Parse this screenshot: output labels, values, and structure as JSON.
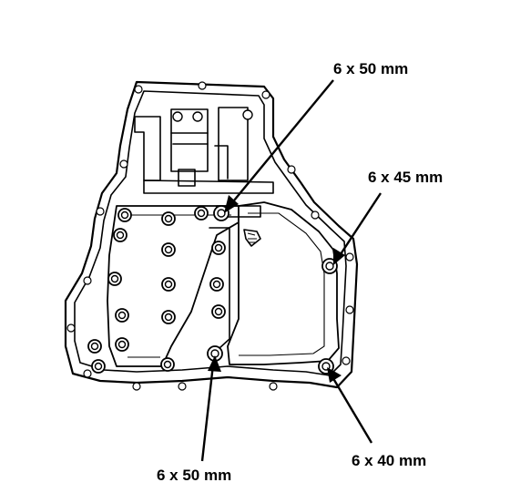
{
  "callouts": {
    "top_right": "6 x 50 mm",
    "right": "6 x 45 mm",
    "bottom_left": "6 x 50 mm",
    "bottom_right": "6 x 40 mm"
  }
}
